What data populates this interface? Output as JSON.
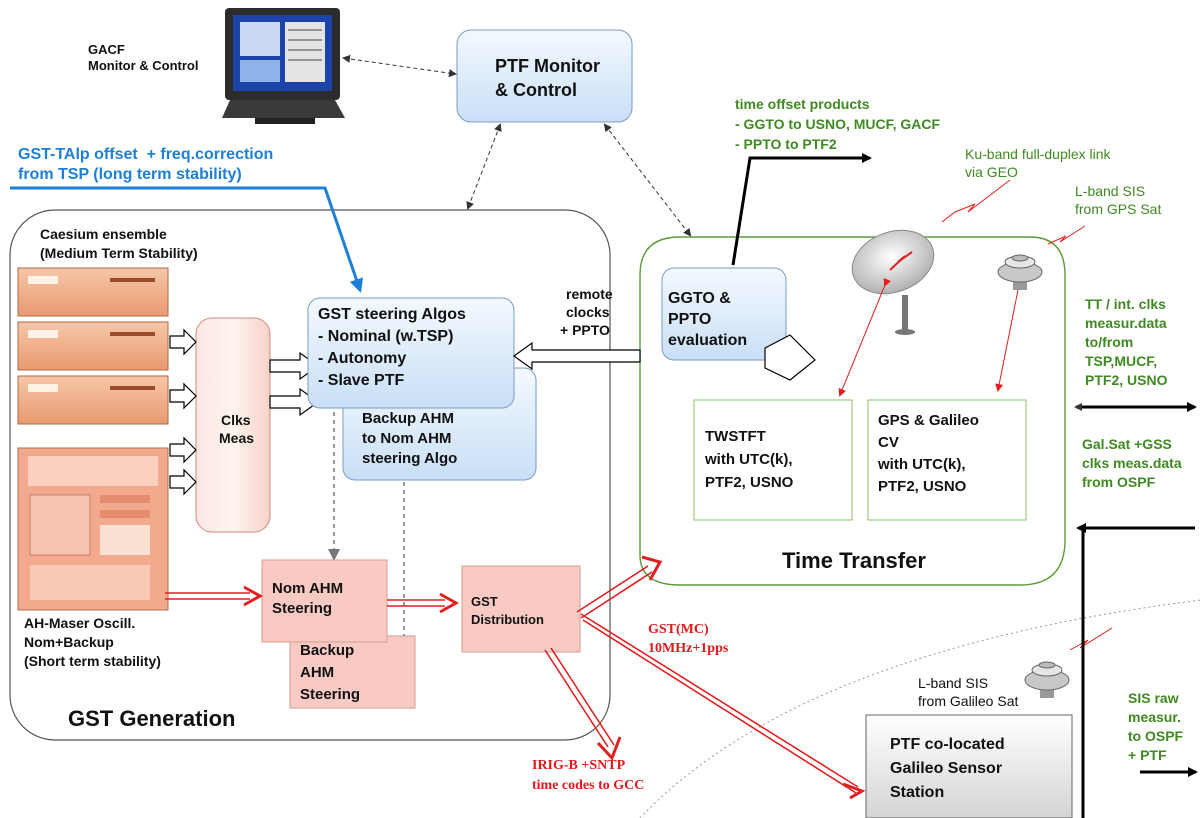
{
  "colors": {
    "green_text": "#3f8a22",
    "blue_text": "#1e7fd6",
    "red_text": "#e01a1a",
    "box_blue": "#d3e6fa",
    "box_pink": "#f9c9c3",
    "box_gray": "#e8e8e8",
    "box_green_border": "#5a9e3a"
  },
  "gacf": {
    "title": "GACF",
    "subtitle": "Monitor & Control"
  },
  "ptf_monitor": {
    "line1": "PTF Monitor",
    "line2": "& Control"
  },
  "gst_talp": {
    "line1": "GST-TAlp offset  + freq.correction",
    "line2": "from TSP (long term stability)"
  },
  "time_offset": {
    "title": "time offset products",
    "line1": "- GGTO to USNO, MUCF, GACF",
    "line2": "- PPTO to PTF2"
  },
  "ku_band": {
    "line1": "Ku-band full-duplex link",
    "line2": "via GEO"
  },
  "lband_gps": {
    "line1": "L-band SIS",
    "line2": "from GPS Sat"
  },
  "caesium": {
    "line1": "Caesium ensemble",
    "line2": "(Medium Term Stability)"
  },
  "remote_clocks": {
    "line1": "remote",
    "line2": "clocks",
    "line3": "+ PPTO"
  },
  "steering": {
    "line1": "GST steering Algos",
    "line2": "- Nominal (w.TSP)",
    "line3": "- Autonomy",
    "line4": "- Slave PTF"
  },
  "backup_algo": {
    "line1": "Backup AHM",
    "line2": "to Nom AHM",
    "line3": "steering Algo"
  },
  "clks_meas": {
    "line1": "Clks",
    "line2": "Meas"
  },
  "ggto_ppto": {
    "line1": "GGTO &",
    "line2": "PPTO",
    "line3": "evaluation"
  },
  "tt_int": {
    "line1": "TT / int. clks",
    "line2": "measur.data",
    "line3": "to/from",
    "line4": "TSP,MUCF,",
    "line5": "PTF2, USNO"
  },
  "twstft": {
    "line1": "TWSTFT",
    "line2": "with UTC(k),",
    "line3": "PTF2, USNO"
  },
  "gps_galileo_cv": {
    "line1": "GPS & Galileo",
    "line2": "CV",
    "line3": "with UTC(k),",
    "line4": "PTF2, USNO"
  },
  "gal_sat": {
    "line1": "Gal.Sat +GSS",
    "line2": "clks meas.data",
    "line3": "from OSPF"
  },
  "time_transfer": {
    "label": "Time Transfer"
  },
  "ah_maser": {
    "line1": "AH-Maser Oscill.",
    "line2": "Nom+Backup",
    "line3": "(Short term stability)"
  },
  "nom_ahm": {
    "line1": "Nom AHM",
    "line2": "Steering"
  },
  "backup_ahm": {
    "line1": "Backup",
    "line2": "AHM",
    "line3": "Steering"
  },
  "gst_distribution": {
    "line1": "GST",
    "line2": "Distribution"
  },
  "gst_mc": {
    "line1": "GST(MC)",
    "line2": "10MHz+1pps"
  },
  "gst_generation": {
    "label": "GST Generation"
  },
  "irig": {
    "line1": "IRIG-B +SNTP",
    "line2": "time codes to GCC"
  },
  "lband_galileo": {
    "line1": "L-band SIS",
    "line2": "from Galileo Sat"
  },
  "sis_raw": {
    "line1": "SIS raw",
    "line2": "measur.",
    "line3": " to OSPF",
    "line4": "+ PTF"
  },
  "ptf_station": {
    "line1": "PTF co-located",
    "line2": "Galileo Sensor",
    "line3": "Station"
  },
  "icons": [
    "monitor-icon",
    "caesium-clock-icon",
    "maser-cabinet-icon",
    "satellite-dish-icon",
    "gps-antenna-icon",
    "galileo-antenna-icon",
    "lightning-signal-icon"
  ]
}
